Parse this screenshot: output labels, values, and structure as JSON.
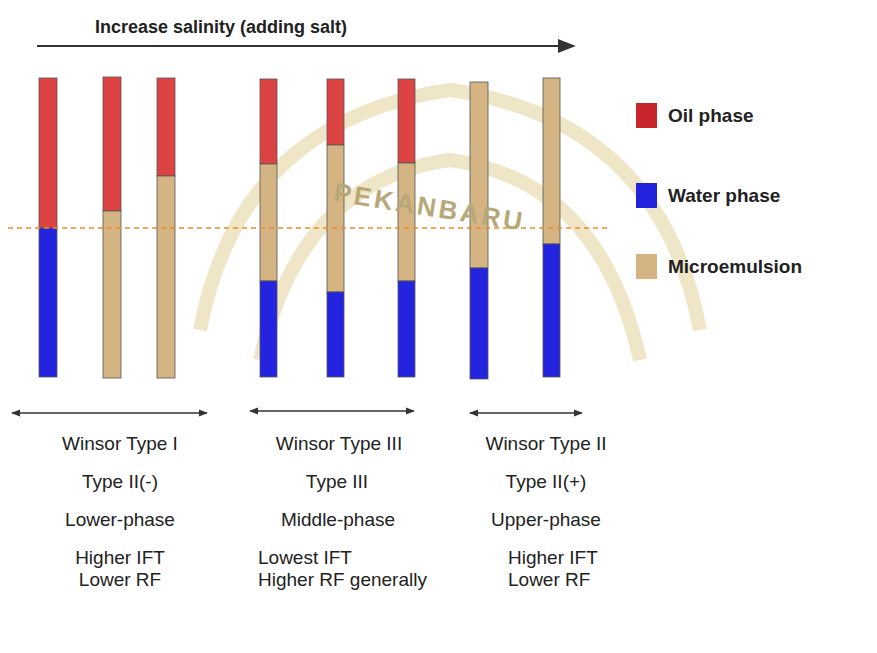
{
  "diagram": {
    "title": "Increase salinity (adding salt)",
    "labels": [
      "Winsor Type I",
      "Type II(-)",
      "Lower-phase",
      "Higher IFT",
      "Lower RF",
      "Winsor Type III",
      "Type III",
      "Middle-phase",
      "Lowest IFT",
      "Higher RF generally",
      "Winsor Type II",
      "Type II(+)",
      "Upper-phase",
      "Higher IFT",
      "Lower RF",
      "PEKANBARU"
    ],
    "legend": [
      {
        "text": "Oil phase",
        "color": "#c8262b"
      },
      {
        "text": "Water phase",
        "color": "#2323dd"
      },
      {
        "text": "Microemulsion",
        "color": "#d4b483"
      }
    ]
  }
}
